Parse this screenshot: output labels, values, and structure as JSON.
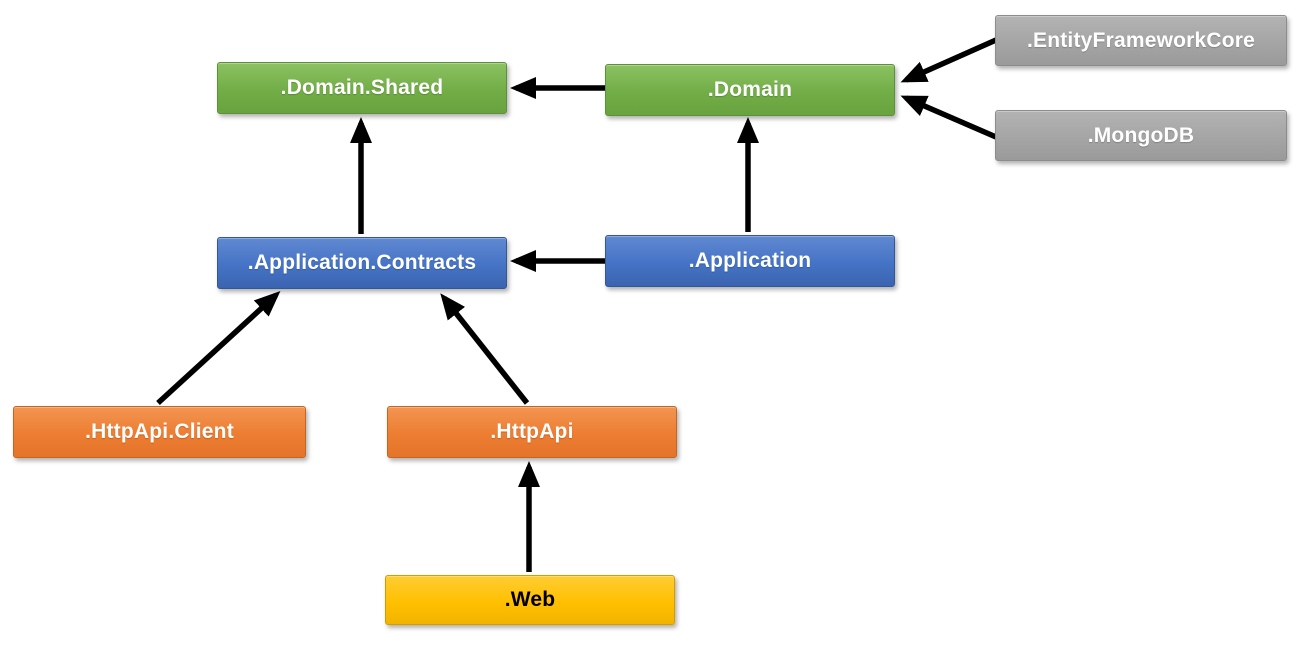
{
  "diagram": {
    "type": "dependency-graph",
    "description": "Module dependency diagram: boxes are project modules, arrows point from a module to the module it depends on",
    "background": "#FFFFFF",
    "arrow_color": "#000000",
    "colors": {
      "green": "#70AD47",
      "blue": "#4472C4",
      "orange": "#ED7D31",
      "gray": "#A5A5A5",
      "yellow": "#FFC000"
    },
    "nodes": [
      {
        "id": "domain-shared",
        "label": ".Domain.Shared",
        "color": "#70AD47",
        "text_color": "#FFFFFF"
      },
      {
        "id": "domain",
        "label": ".Domain",
        "color": "#70AD47",
        "text_color": "#FFFFFF"
      },
      {
        "id": "entity-framework-core",
        "label": ".EntityFrameworkCore",
        "color": "#A5A5A5",
        "text_color": "#FFFFFF"
      },
      {
        "id": "mongodb",
        "label": ".MongoDB",
        "color": "#A5A5A5",
        "text_color": "#FFFFFF"
      },
      {
        "id": "application-contracts",
        "label": ".Application.Contracts",
        "color": "#4472C4",
        "text_color": "#FFFFFF"
      },
      {
        "id": "application",
        "label": ".Application",
        "color": "#4472C4",
        "text_color": "#FFFFFF"
      },
      {
        "id": "httpapi-client",
        "label": ".HttpApi.Client",
        "color": "#ED7D31",
        "text_color": "#FFFFFF"
      },
      {
        "id": "httpapi",
        "label": ".HttpApi",
        "color": "#ED7D31",
        "text_color": "#FFFFFF"
      },
      {
        "id": "web",
        "label": ".Web",
        "color": "#FFC000",
        "text_color": "#000000"
      }
    ],
    "edges": [
      {
        "from": ".Domain",
        "to": ".Domain.Shared"
      },
      {
        "from": ".Application.Contracts",
        "to": ".Domain.Shared"
      },
      {
        "from": ".Application",
        "to": ".Domain"
      },
      {
        "from": ".Application",
        "to": ".Application.Contracts"
      },
      {
        "from": ".EntityFrameworkCore",
        "to": ".Domain"
      },
      {
        "from": ".MongoDB",
        "to": ".Domain"
      },
      {
        "from": ".HttpApi.Client",
        "to": ".Application.Contracts"
      },
      {
        "from": ".HttpApi",
        "to": ".Application.Contracts"
      },
      {
        "from": ".Web",
        "to": ".HttpApi"
      }
    ]
  }
}
